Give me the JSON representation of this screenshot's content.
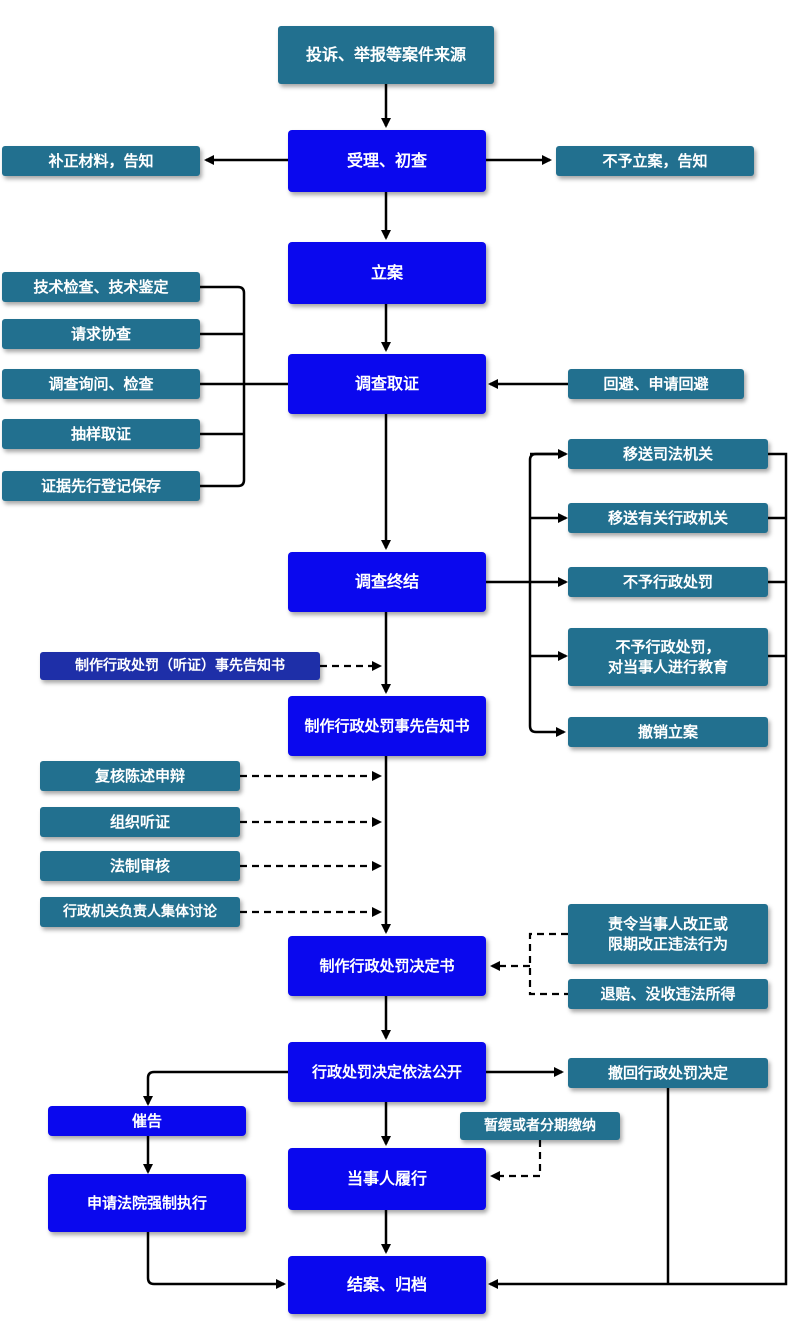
{
  "flow": {
    "source": "投诉、举报等案件来源",
    "accept": "受理、初查",
    "supplement": "补正材料，告知",
    "no_case": "不予立案，告知",
    "file_case": "立案",
    "investigate": "调查取证",
    "inv_methods": [
      "技术检查、技术鉴定",
      "请求协查",
      "调查询问、检查",
      "抽样取证",
      "证据先行登记保存"
    ],
    "recusal": "回避、申请回避",
    "inv_end": "调查终结",
    "outcomes": [
      "移送司法机关",
      "移送有关行政机关",
      "不予行政处罚",
      "不予行政处罚，\n对当事人进行教育",
      "撤销立案"
    ],
    "hearing_notice_side": "制作行政处罚（听证）事先告知书",
    "prior_notice": "制作行政处罚事先告知书",
    "reviews": [
      "复核陈述申辩",
      "组织听证",
      "法制审核",
      "行政机关负责人集体讨论"
    ],
    "decision": "制作行政处罚决定书",
    "decision_side": [
      "责令当事人改正或\n限期改正违法行为",
      "退赔、没收违法所得"
    ],
    "publish": "行政处罚决定依法公开",
    "revoke": "撤回行政处罚决定",
    "urge": "催告",
    "court": "申请法院强制执行",
    "defer": "暂缓或者分期缴纳",
    "perform": "当事人履行",
    "close": "结案、归档"
  }
}
